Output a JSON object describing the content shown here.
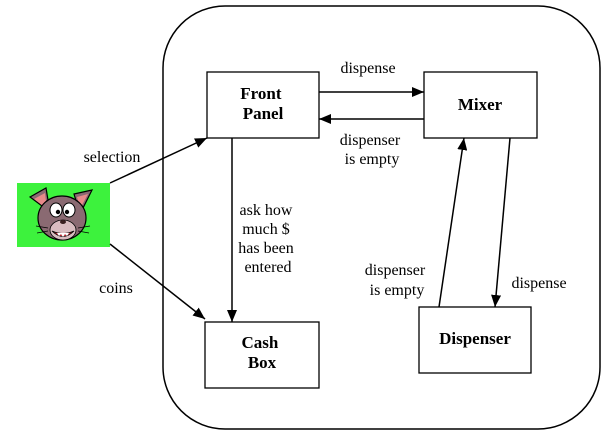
{
  "boxes": {
    "front_panel": [
      "Front",
      "Panel"
    ],
    "mixer": [
      "Mixer"
    ],
    "cash_box": [
      "Cash",
      "Box"
    ],
    "dispenser": [
      "Dispenser"
    ]
  },
  "edges": {
    "selection": [
      "selection"
    ],
    "coins": [
      "coins"
    ],
    "front_to_mixer": [
      "dispense"
    ],
    "mixer_to_front": [
      "dispenser",
      "is empty"
    ],
    "front_to_cash": [
      "ask how",
      "much $",
      "has been",
      "entered"
    ],
    "dispenser_to_mixer": [
      "dispenser",
      "is empty"
    ],
    "mixer_to_dispenser": [
      "dispense"
    ]
  },
  "user_image": {
    "icon": "cartoon-cat-face-icon",
    "background_color": "#3df23d"
  },
  "colors": {
    "stroke": "#000000",
    "background": "#ffffff"
  }
}
